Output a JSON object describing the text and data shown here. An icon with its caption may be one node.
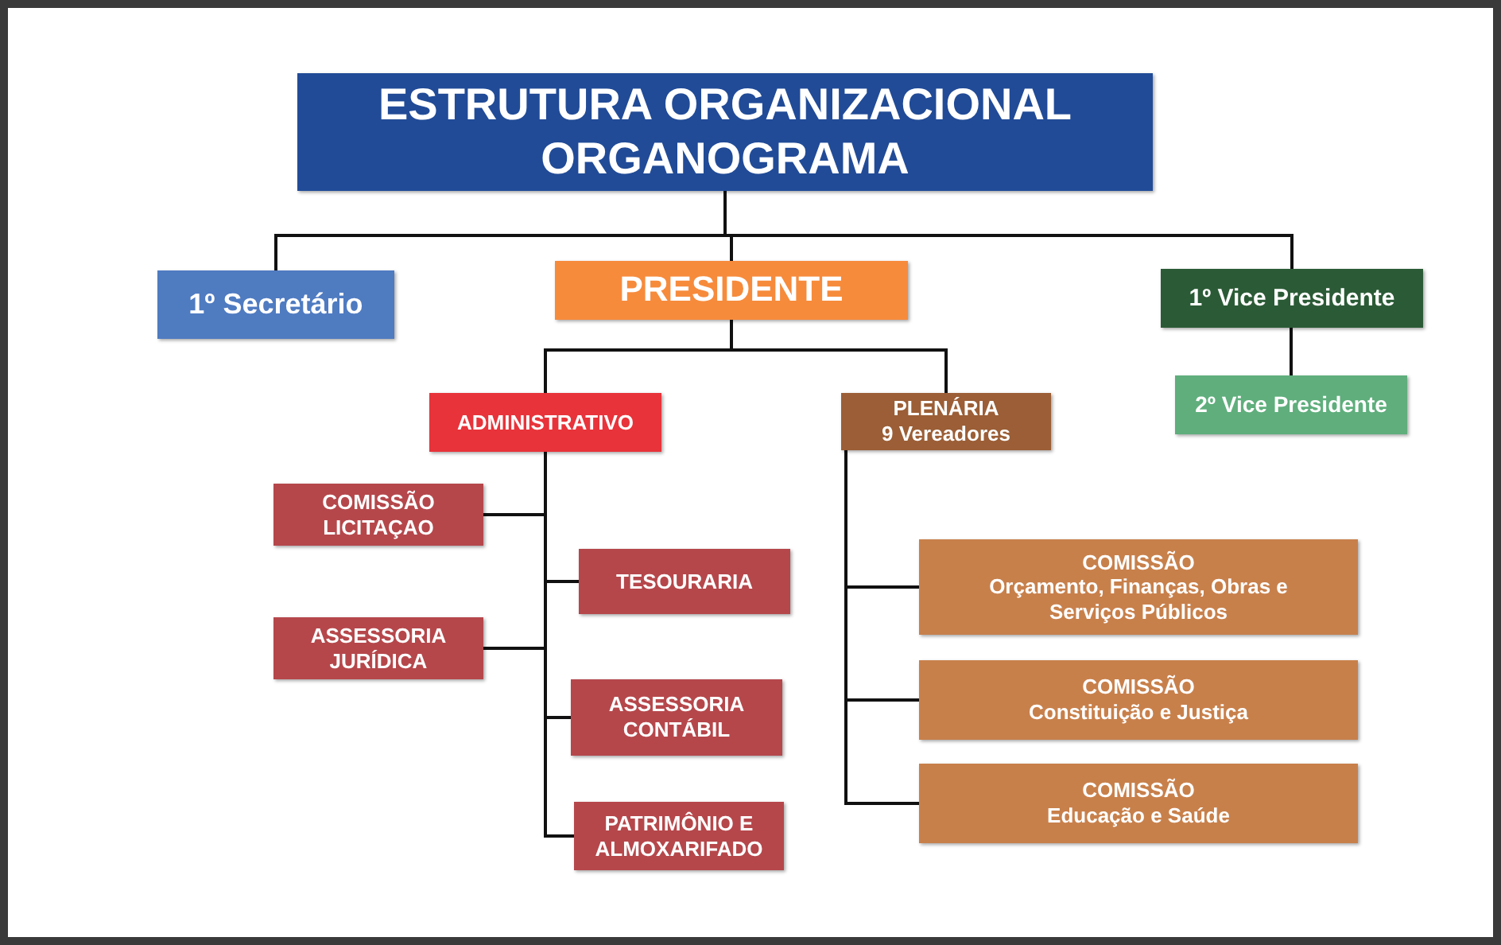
{
  "diagram": {
    "nodes": [
      {
        "text": [
          "ESTRUTURA ORGANIZACIONAL ORGANOGRAMA"
        ]
      },
      {
        "text": [
          "1º Secretário"
        ]
      },
      {
        "text": [
          "PRESIDENTE"
        ]
      },
      {
        "text": [
          "1º Vice Presidente"
        ]
      },
      {
        "text": [
          "2º Vice Presidente"
        ]
      },
      {
        "text": [
          "ADMINISTRATIVO"
        ]
      },
      {
        "text": [
          "PLENÁRIA",
          "9 Vereadores"
        ]
      },
      {
        "text": [
          "COMISSÃO LICITAÇAO"
        ]
      },
      {
        "text": [
          "TESOURARIA"
        ]
      },
      {
        "text": [
          "ASSESSORIA JURÍDICA"
        ]
      },
      {
        "text": [
          "ASSESSORIA CONTÁBIL"
        ]
      },
      {
        "text": [
          "PATRIMÔNIO E ALMOXARIFADO"
        ]
      },
      {
        "text": [
          "COMISSÃO",
          "Orçamento, Finanças, Obras e Serviços Públicos"
        ]
      },
      {
        "text": [
          "COMISSÃO",
          "Constituição e Justiça"
        ]
      },
      {
        "text": [
          "COMISSÃO",
          "Educação e Saúde"
        ]
      }
    ],
    "edges": [
      {
        "from": 0,
        "to": 1,
        "arrow": "none"
      },
      {
        "from": 0,
        "to": 2,
        "arrow": "none"
      },
      {
        "from": 0,
        "to": 3,
        "arrow": "none"
      },
      {
        "from": 3,
        "to": 4,
        "arrow": "none"
      },
      {
        "from": 2,
        "to": 5,
        "arrow": "none"
      },
      {
        "from": 2,
        "to": 6,
        "arrow": "none"
      },
      {
        "from": 5,
        "to": 7,
        "arrow": "none"
      },
      {
        "from": 5,
        "to": 8,
        "arrow": "none"
      },
      {
        "from": 5,
        "to": 9,
        "arrow": "none"
      },
      {
        "from": 5,
        "to": 10,
        "arrow": "none"
      },
      {
        "from": 5,
        "to": 11,
        "arrow": "none"
      },
      {
        "from": 6,
        "to": 12,
        "arrow": "none"
      },
      {
        "from": 6,
        "to": 13,
        "arrow": "none"
      },
      {
        "from": 6,
        "to": 14,
        "arrow": "none"
      }
    ]
  }
}
